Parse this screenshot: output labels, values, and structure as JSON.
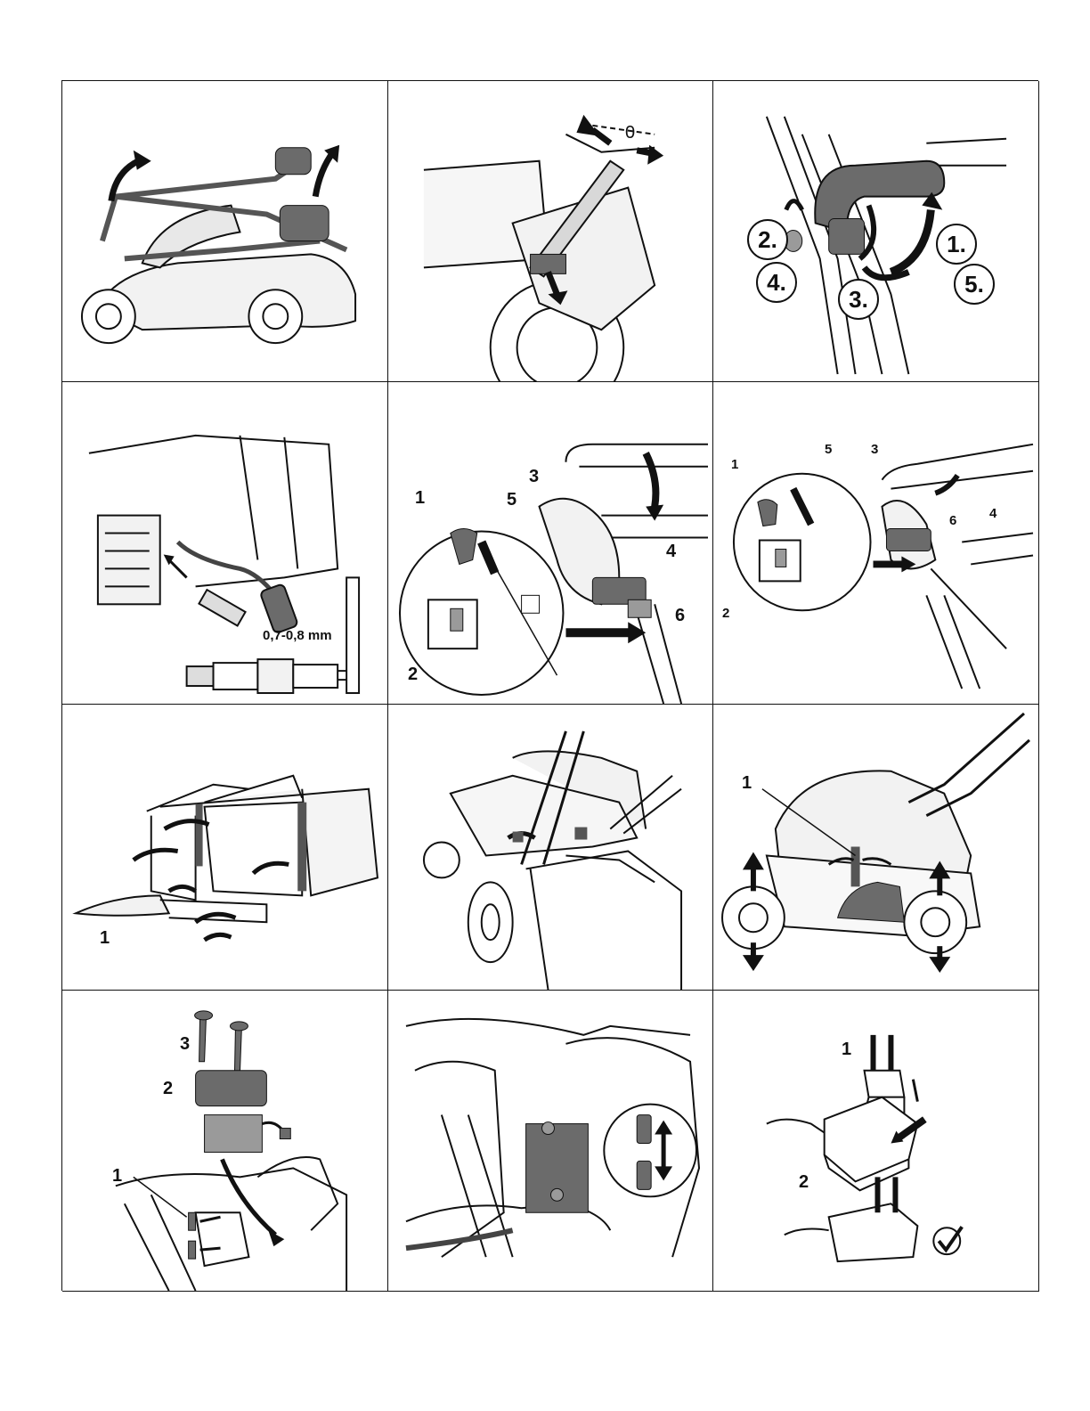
{
  "panels": [
    {
      "labels": []
    },
    {
      "labels": [
        "0"
      ]
    },
    {
      "steps": [
        "2.",
        "4.",
        "1.",
        "5.",
        "3."
      ]
    },
    {
      "gap": "0,7-0,8 mm"
    },
    {
      "labels": [
        "1",
        "2",
        "3",
        "4",
        "5",
        "6"
      ]
    },
    {
      "labels": [
        "1",
        "2",
        "3",
        "4",
        "5",
        "6"
      ]
    },
    {
      "labels": [
        "1"
      ]
    },
    {
      "labels": []
    },
    {
      "labels": [
        "1"
      ]
    },
    {
      "labels": [
        "1",
        "2",
        "3"
      ]
    },
    {
      "labels": []
    },
    {
      "labels": [
        "1",
        "2"
      ]
    }
  ],
  "colors": {
    "line": "#111111",
    "fill_dark": "#6b6b6b",
    "fill_mid": "#9a9a9a",
    "fill_light": "#f2f2f2"
  },
  "icons": [
    "mower-fold-illustration",
    "handle-height-illustration",
    "handle-knob-illustration",
    "spark-plug-illustration",
    "cable-attach-illustration",
    "cable-attach-alt-illustration",
    "grass-bag-illustration",
    "grass-bag-mount-illustration",
    "cutting-height-illustration",
    "battery-install-illustration",
    "battery-connector-illustration",
    "charger-illustration",
    "checkmark-icon"
  ]
}
